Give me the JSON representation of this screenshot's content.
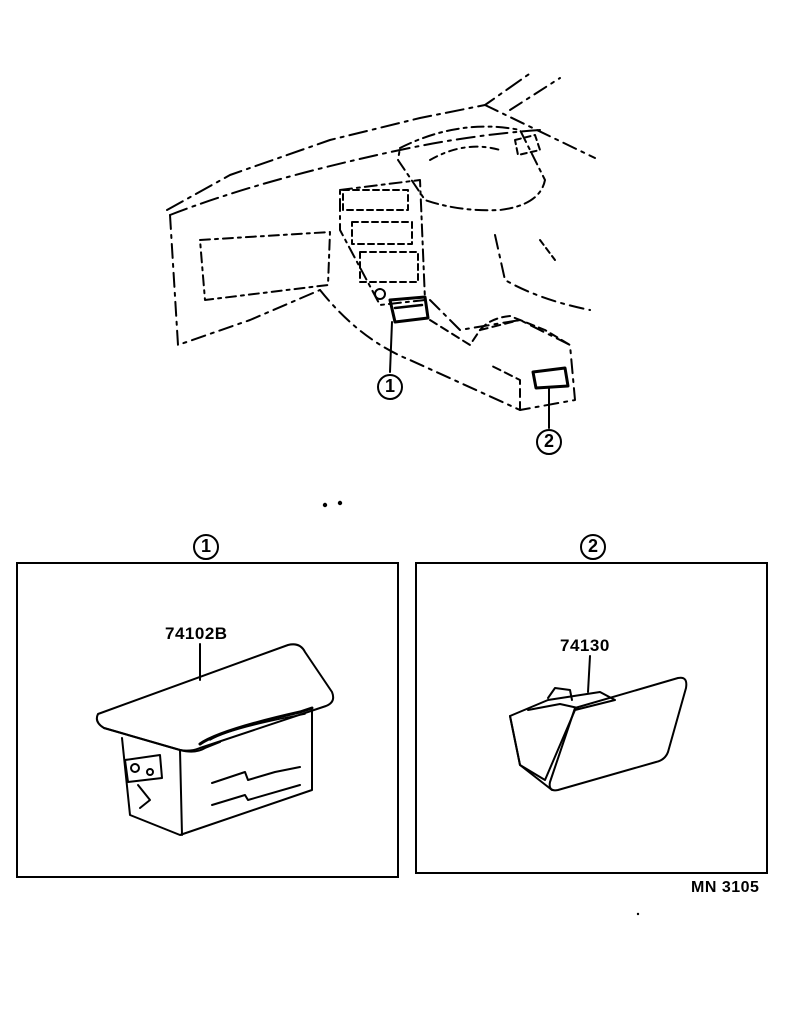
{
  "overview": {
    "callout_1": "1",
    "callout_2": "2"
  },
  "detail_panels": [
    {
      "number": "1",
      "part_number": "74102B",
      "part": "ash-receptacle-front"
    },
    {
      "number": "2",
      "part_number": "74130",
      "part": "ash-receptacle-rear"
    }
  ],
  "figure_code": "MN 3105"
}
